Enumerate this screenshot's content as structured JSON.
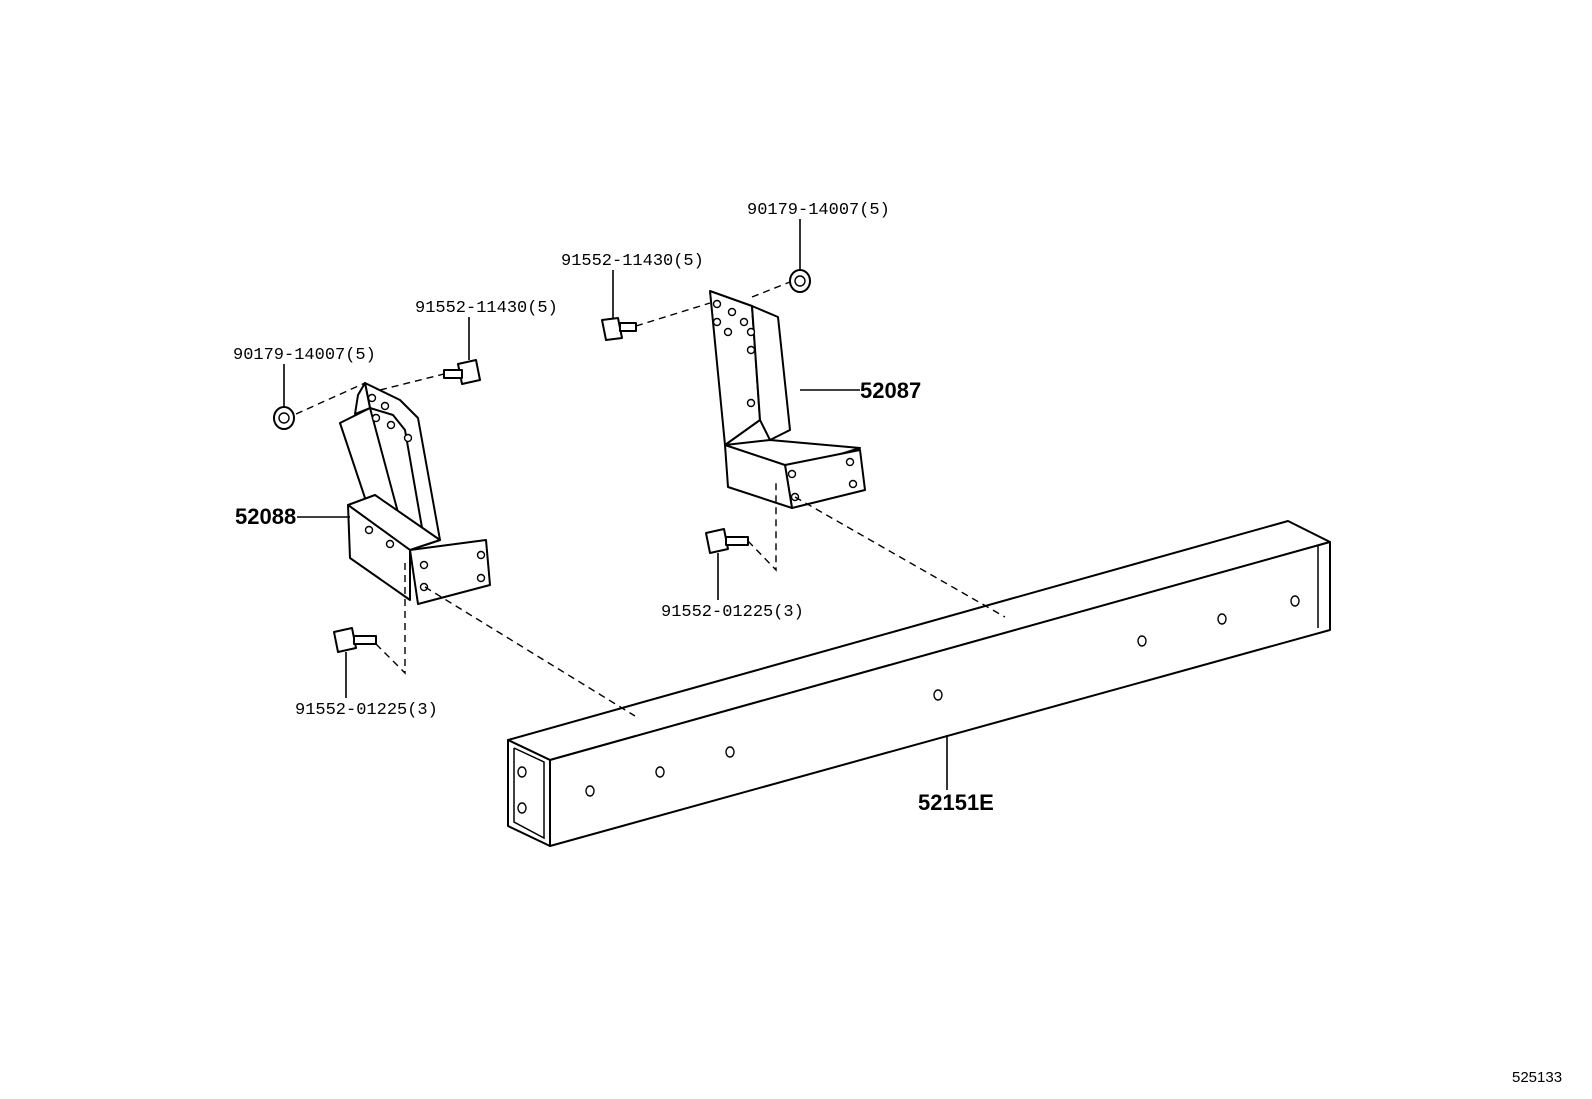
{
  "labels": {
    "nut_right": "90179-14007(5)",
    "bolt_upper_right": "91552-11430(5)",
    "bolt_upper_left": "91552-11430(5)",
    "nut_left": "90179-14007(5)",
    "bracket_right": "52087",
    "bracket_left": "52088",
    "bolt_lower_right": "91552-01225(3)",
    "bolt_lower_left": "91552-01225(3)",
    "crossmember": "52151E"
  },
  "illustration_ref": "525133"
}
